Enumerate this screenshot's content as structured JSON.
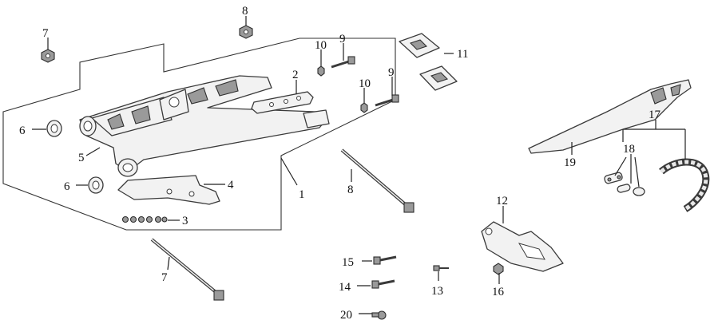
{
  "callouts": {
    "c1": "1",
    "c2": "2",
    "c3": "3",
    "c4": "4",
    "c5": "5",
    "c6a": "6",
    "c6b": "6",
    "c7a": "7",
    "c7b": "7",
    "c8a": "8",
    "c8b": "8",
    "c9a": "9",
    "c9b": "9",
    "c10a": "10",
    "c10b": "10",
    "c11": "11",
    "c12": "12",
    "c13": "13",
    "c14": "14",
    "c15": "15",
    "c16": "16",
    "c17": "17",
    "c18": "18",
    "c19": "19",
    "c20": "20"
  }
}
